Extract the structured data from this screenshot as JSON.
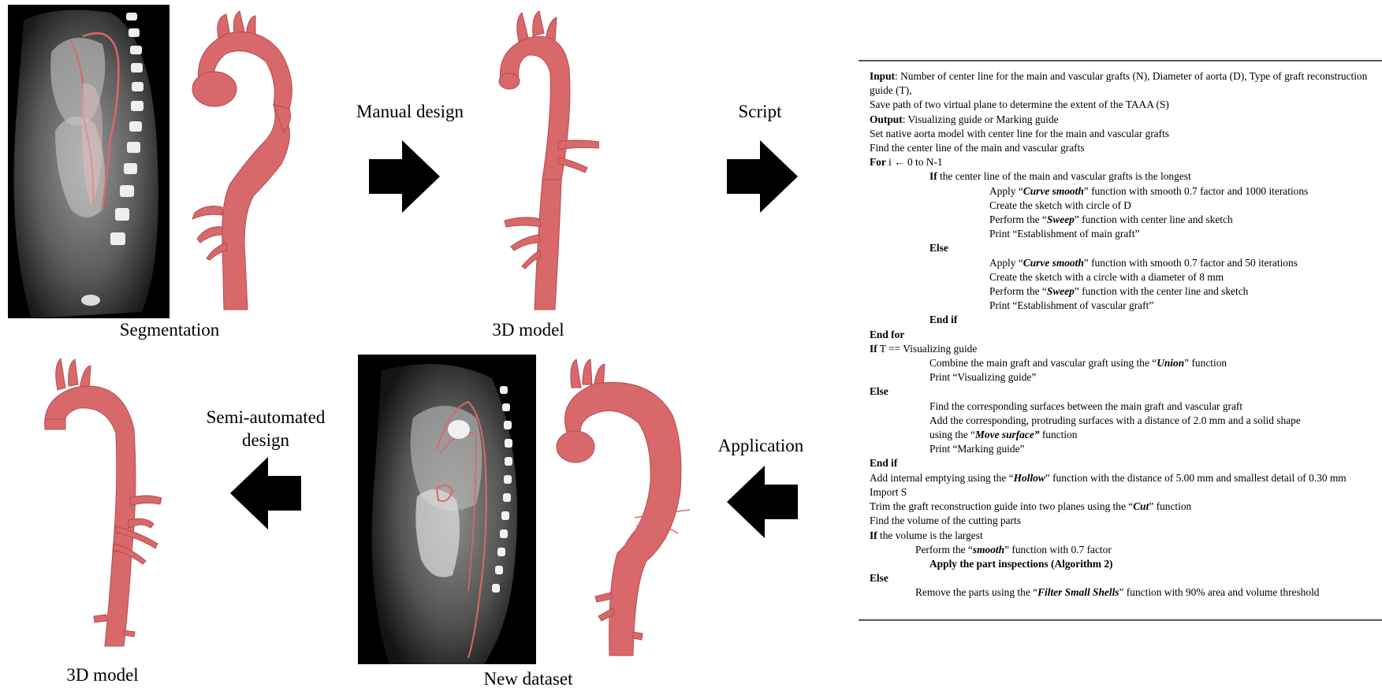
{
  "labels": {
    "segmentation": "Segmentation",
    "model_top": "3D model",
    "manual_design": "Manual design",
    "script": "Script",
    "semi_automated_1": "Semi-automated",
    "semi_automated_2": "design",
    "model_bottom": "3D model",
    "new_dataset": "New dataset",
    "application": "Application"
  },
  "algorithm": {
    "input_kw": "Input",
    "input_text": ": Number of center line for the main and vascular grafts (N), Diameter of aorta (D), Type of graft reconstruction guide (T),",
    "input_text2": "Save path of two virtual plane to determine the extent of the TAAA (S)",
    "output_kw": "Output",
    "output_text": ": Visualizing guide or Marking guide",
    "l_set": "Set native aorta model with center line for the main and vascular grafts",
    "l_find_center": "Find the center line of the main and vascular grafts",
    "for_kw": "For",
    "for_text": " i ← 0 to N-1",
    "if_kw": "If",
    "if_longest": " the center line of the main and vascular grafts is the longest",
    "apply_pre": "Apply “",
    "curve_smooth": "Curve smooth",
    "apply_post_1000": "” function with smooth 0.7 factor and 1000 iterations",
    "sketch_d": "Create the sketch with circle of D",
    "perform_pre": "Perform the “",
    "sweep": "Sweep",
    "sweep_post_1": "” function with center line and sketch",
    "print_main": "Print “Establishment of main graft”",
    "else_kw": "Else",
    "apply_post_50": "” function with smooth 0.7 factor and 50 iterations",
    "sketch_8": "Create the sketch with a circle with a diameter of 8 mm",
    "sweep_post_2": "” function with the center line and sketch",
    "print_vascular": "Print “Establishment of vascular graft”",
    "end_if": "End if",
    "end_for": "End for",
    "if_t": " T == Visualizing guide",
    "combine_pre": "Combine the main graft and vascular graft using the “",
    "union": "Union",
    "function_close": "” function",
    "print_visualizing": "Print “Visualizing guide”",
    "find_surfaces": "Find the corresponding surfaces between the main graft and vascular graft",
    "add_surfaces": "Add the corresponding, protruding surfaces with a distance of 2.0 mm and a solid shape",
    "using_pre": "using the “",
    "move_surface": "Move surface”",
    "function_word": " function",
    "print_marking": "Print “Marking guide”",
    "add_internal_pre": "Add internal emptying using the “",
    "hollow": "Hollow",
    "add_internal_post": "” function with the distance of 5.00 mm and smallest detail of 0.30 mm",
    "import_s": "Import S",
    "trim_pre": "Trim the graft reconstruction guide into two planes using the “",
    "cut": "Cut",
    "find_volume": "Find the volume of the cutting parts",
    "if_volume": " the volume is the largest",
    "smooth_word": "smooth",
    "smooth_post": "” function with 0.7 factor",
    "apply_inspections": "Apply the part inspections (Algorithm 2)",
    "remove_pre": "Remove the parts using the “",
    "filter_shells": "Filter Small Shells",
    "remove_post": "” function with 90% area and volume threshold"
  },
  "colors": {
    "aorta": "#d9686a",
    "aorta_shade": "#b24c50",
    "ct_background": "#000000",
    "arrow": "#000000"
  }
}
